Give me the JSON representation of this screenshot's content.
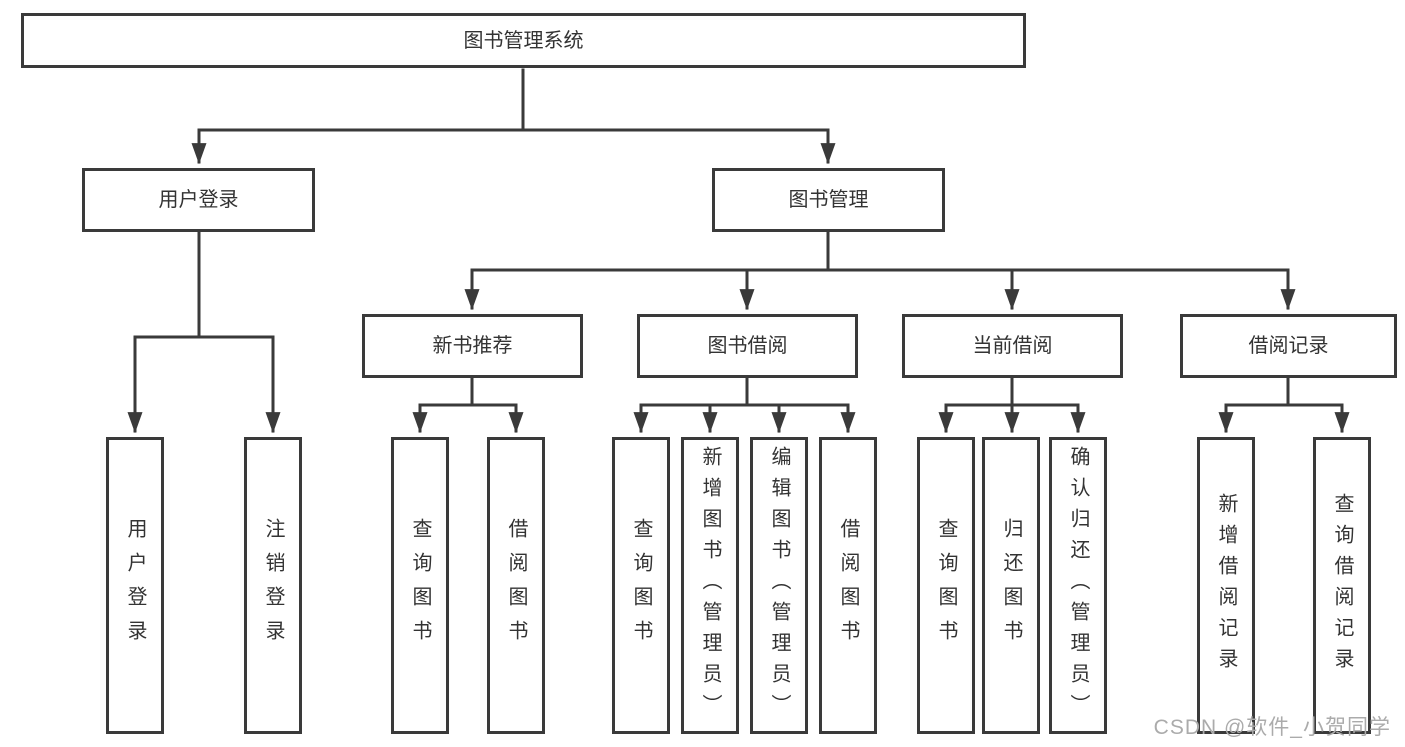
{
  "tree": {
    "root": "图书管理系统",
    "level1": [
      "用户登录",
      "图书管理"
    ],
    "level2": [
      "新书推荐",
      "图书借阅",
      "当前借阅",
      "借阅记录"
    ],
    "leaves": {
      "user_login": [
        "用户登录",
        "注销登录"
      ],
      "new_book": [
        "查询图书",
        "借阅图书"
      ],
      "borrow": [
        "查询图书",
        "新增图书（管理员）",
        "编辑图书（管理员）",
        "借阅图书"
      ],
      "current": [
        "查询图书",
        "归还图书",
        "确认归还（管理员）"
      ],
      "records": [
        "新增借阅记录",
        "查询借阅记录"
      ]
    }
  },
  "watermark": {
    "text": "CSDN @软件_小贺同学"
  },
  "colors": {
    "line": "#3a3a3a",
    "text": "#333333",
    "background": "#ffffff",
    "watermark": "#ababab"
  }
}
